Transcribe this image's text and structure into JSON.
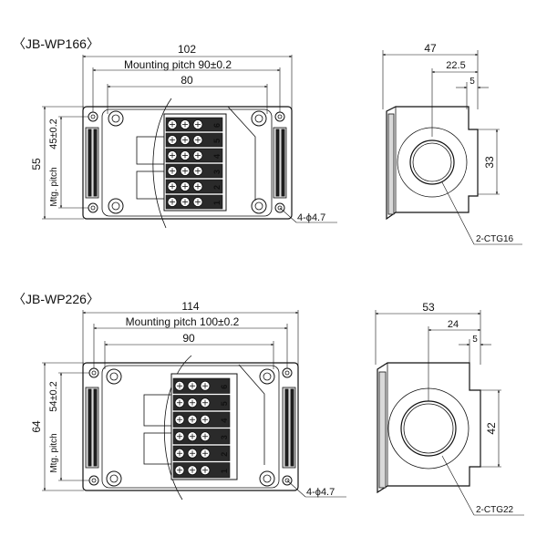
{
  "top": {
    "title": "〈JB-WP166〉",
    "dim_width": "102",
    "dim_mounting": "Mounting pitch 90±0.2",
    "dim_inner": "80",
    "dim_height": "55",
    "dim_mtg": "Mtg. pitch",
    "dim_mtg_val": "45±0.2",
    "hole_label": "4-ϕ4.7",
    "side_w": "47",
    "side_22": "22.5",
    "side_5": "5",
    "side_h": "33",
    "side_label": "2-CTG16",
    "terminals": [
      "1",
      "2",
      "3",
      "4",
      "5",
      "6"
    ]
  },
  "bottom": {
    "title": "〈JB-WP226〉",
    "dim_width": "114",
    "dim_mounting": "Mounting pitch 100±0.2",
    "dim_inner": "90",
    "dim_height": "64",
    "dim_mtg": "Mtg. pitch",
    "dim_mtg_val": "54±0.2",
    "hole_label": "4-ϕ4.7",
    "side_w": "53",
    "side_24": "24",
    "side_5": "5",
    "side_h": "42",
    "side_label": "2-CTG22",
    "terminals": [
      "1",
      "2",
      "3",
      "4",
      "5",
      "6"
    ]
  }
}
